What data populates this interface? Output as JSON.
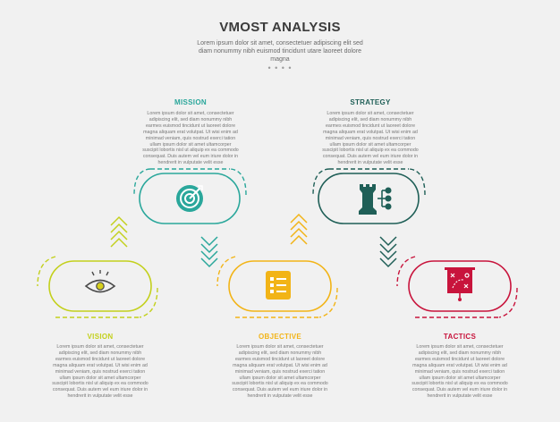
{
  "header": {
    "title": "VMOST ANALYSIS",
    "subtitle": "Lorem ipsum dolor sit amet, consectetuer adipiscing elit sed diam nonummy nibh euismod tincidunt utare laoreet dolore magna",
    "dots": "• • • •"
  },
  "steps": [
    {
      "label": "VISION",
      "color": "#c3d01c",
      "icon": "eye-icon",
      "body": "Lorem ipsum dolor sit amet, consectetuer adipiscing elit, sed diam nonummy nibh earmes euismod tincidunt ut laoreet dolore magna aliquam erat volutpat. Ut wisi enim ad minimad veniam, quis nostrud exerci tation ullam ipsum dolor sit amet ultamcorper suscipit lobortis nisl ut aliquip ex ea commodo consequat. Duis autem vel eum iriure dolor in hendrerit in vulputate velit esse"
    },
    {
      "label": "MISSION",
      "color": "#2aa79b",
      "icon": "target-icon",
      "body": "Lorem ipsum dolor sit amet, consectetuer adipiscing elit, sed diam nonummy nibh earmes euismod tincidunt ut laoreet dolore magna aliquam erat volutpat. Ut wisi enim ad minimad veniam, quis nostrud exerci tation ullam ipsum dolor sit amet ultamcorper suscipit lobortis nisl ut aliquip ex ea commodo consequat. Duis autem vel eum iriure dolor in hendrerit in vulputate velit esse"
    },
    {
      "label": "OBJECTIVE",
      "color": "#f2b417",
      "icon": "checklist-icon",
      "body": "Lorem ipsum dolor sit amet, consectetuer adipiscing elit, sed diam nonummy nibh earmes euismod tincidunt ut laoreet dolore magna aliquam erat volutpat. Ut wisi enim ad minimad veniam, quis nostrud exerci tation ullam ipsum dolor sit amet ultamcorper suscipit lobortis nisl ut aliquip ex ea commodo consequat. Duis autem vel eum iriure dolor in hendrerit in vulputate velit esse"
    },
    {
      "label": "STRATEGY",
      "color": "#1f5f57",
      "icon": "chess-rook-network-icon",
      "body": "Lorem ipsum dolor sit amet, consectetuer adipiscing elit, sed diam nonummy nibh earmes euismod tincidunt ut laoreet dolore magna aliquam erat volutpat. Ut wisi enim ad minimad veniam, quis nostrud exerci tation ullam ipsum dolor sit amet ultamcorper suscipit lobortis nisl ut aliquip ex ea commodo consequat. Duis autem vel eum iriure dolor in hendrerit in vulputate velit esse"
    },
    {
      "label": "TACTICS",
      "color": "#c8143c",
      "icon": "presentation-board-icon",
      "body": "Lorem ipsum dolor sit amet, consectetuer adipiscing elit, sed diam nonummy nibh earmes euismod tincidunt ut laoreet dolore magna aliquam erat volutpat. Ut wisi enim ad minimad veniam, quis nostrud exerci tation ullam ipsum dolor sit amet ultamcorper suscipit lobortis nisl ut aliquip ex ea commodo consequat. Duis autem vel eum iriure dolor in hendrerit in vulputate velit esse"
    }
  ],
  "colors": {
    "background": "#f1f1f1",
    "title": "#3b3b3b",
    "body_text": "#777777"
  }
}
